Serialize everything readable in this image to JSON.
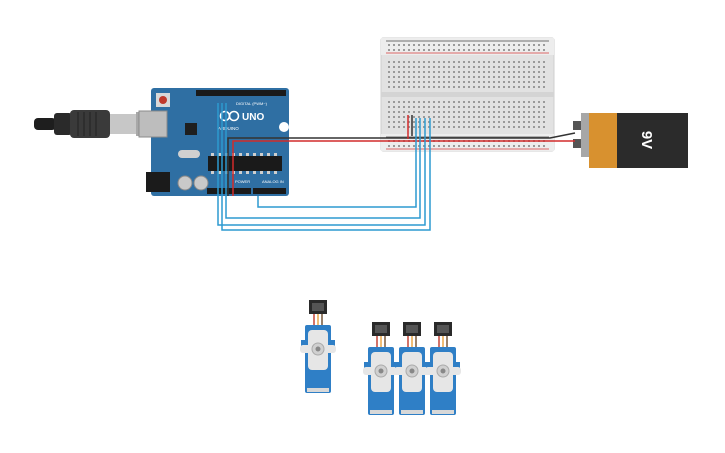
{
  "arduino": {
    "model_label": "UNO",
    "brand_label": "ARDUINO",
    "digital_label": "DIGITAL (PWM~)",
    "power_label": "POWER",
    "analog_label": "ANALOG IN",
    "board_color": "#2f6fa3"
  },
  "battery": {
    "label": "9V",
    "body_color": "#2b2b2b",
    "band_color": "#d8912f"
  },
  "wires": {
    "signal_color": "#2d9ad0",
    "power_color": "#d22b2b",
    "ground_color": "#333333"
  },
  "servos": {
    "count": 4,
    "body_color": "#2f7fc6"
  },
  "icons": [
    "usb-cable-icon",
    "arduino-logo-icon",
    "battery-icon",
    "servo-icon",
    "breadboard-icon"
  ]
}
